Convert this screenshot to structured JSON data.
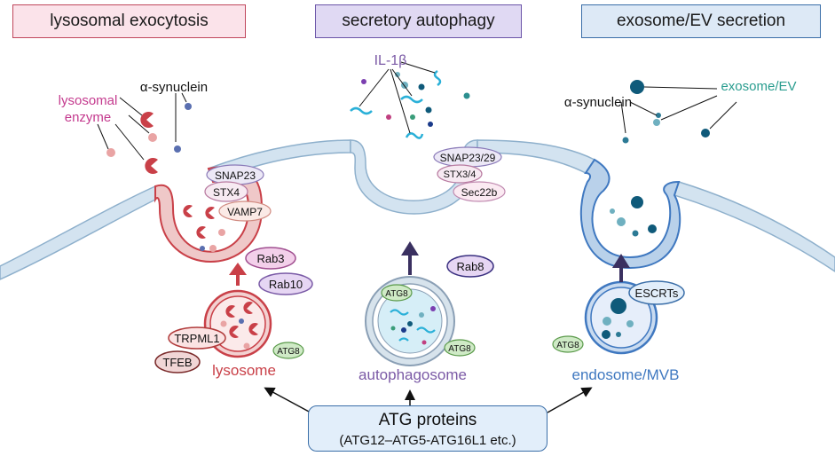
{
  "headers": {
    "lysosomal": "lysosomal exocytosis",
    "autophagy": "secretory autophagy",
    "exosome": "exosome/EV secretion"
  },
  "labels": {
    "alpha_syn_left": "α-synuclein",
    "lysosomal_enzyme_1": "lysosomal",
    "lysosomal_enzyme_2": "enzyme",
    "il1b": "IL-1β",
    "alpha_syn_right": "α-synuclein",
    "exosome_ev": "exosome/EV",
    "lysosome": "lysosome",
    "autophagosome": "autophagosome",
    "endosome": "endosome/MVB"
  },
  "pills": {
    "snap23": "SNAP23",
    "stx4": "STX4",
    "vamp7": "VAMP7",
    "rab3": "Rab3",
    "rab10": "Rab10",
    "trpml1": "TRPML1",
    "tfeb": "TFEB",
    "atg8_lys": "ATG8",
    "rab8": "Rab8",
    "atg8_auto": "ATG8",
    "atg8_auto2": "ATG8",
    "snap2329": "SNAP23/29",
    "stx34": "STX3/4",
    "sec22b": "Sec22b",
    "escrts": "ESCRTs",
    "atg8_endo": "ATG8"
  },
  "atg_box": {
    "title": "ATG proteins",
    "subtitle": "(ATG12–ATG5-ATG16L1 etc.)"
  },
  "colors": {
    "lysosome": "#c94048",
    "autophagy": "#7b5aa6",
    "endosome": "#3f78c0",
    "membrane_fill": "#d3e3f0",
    "membrane_edge": "#8eb0cc",
    "exosome_dark": "#0f5a7a",
    "il1b": "#2ab0d8"
  }
}
